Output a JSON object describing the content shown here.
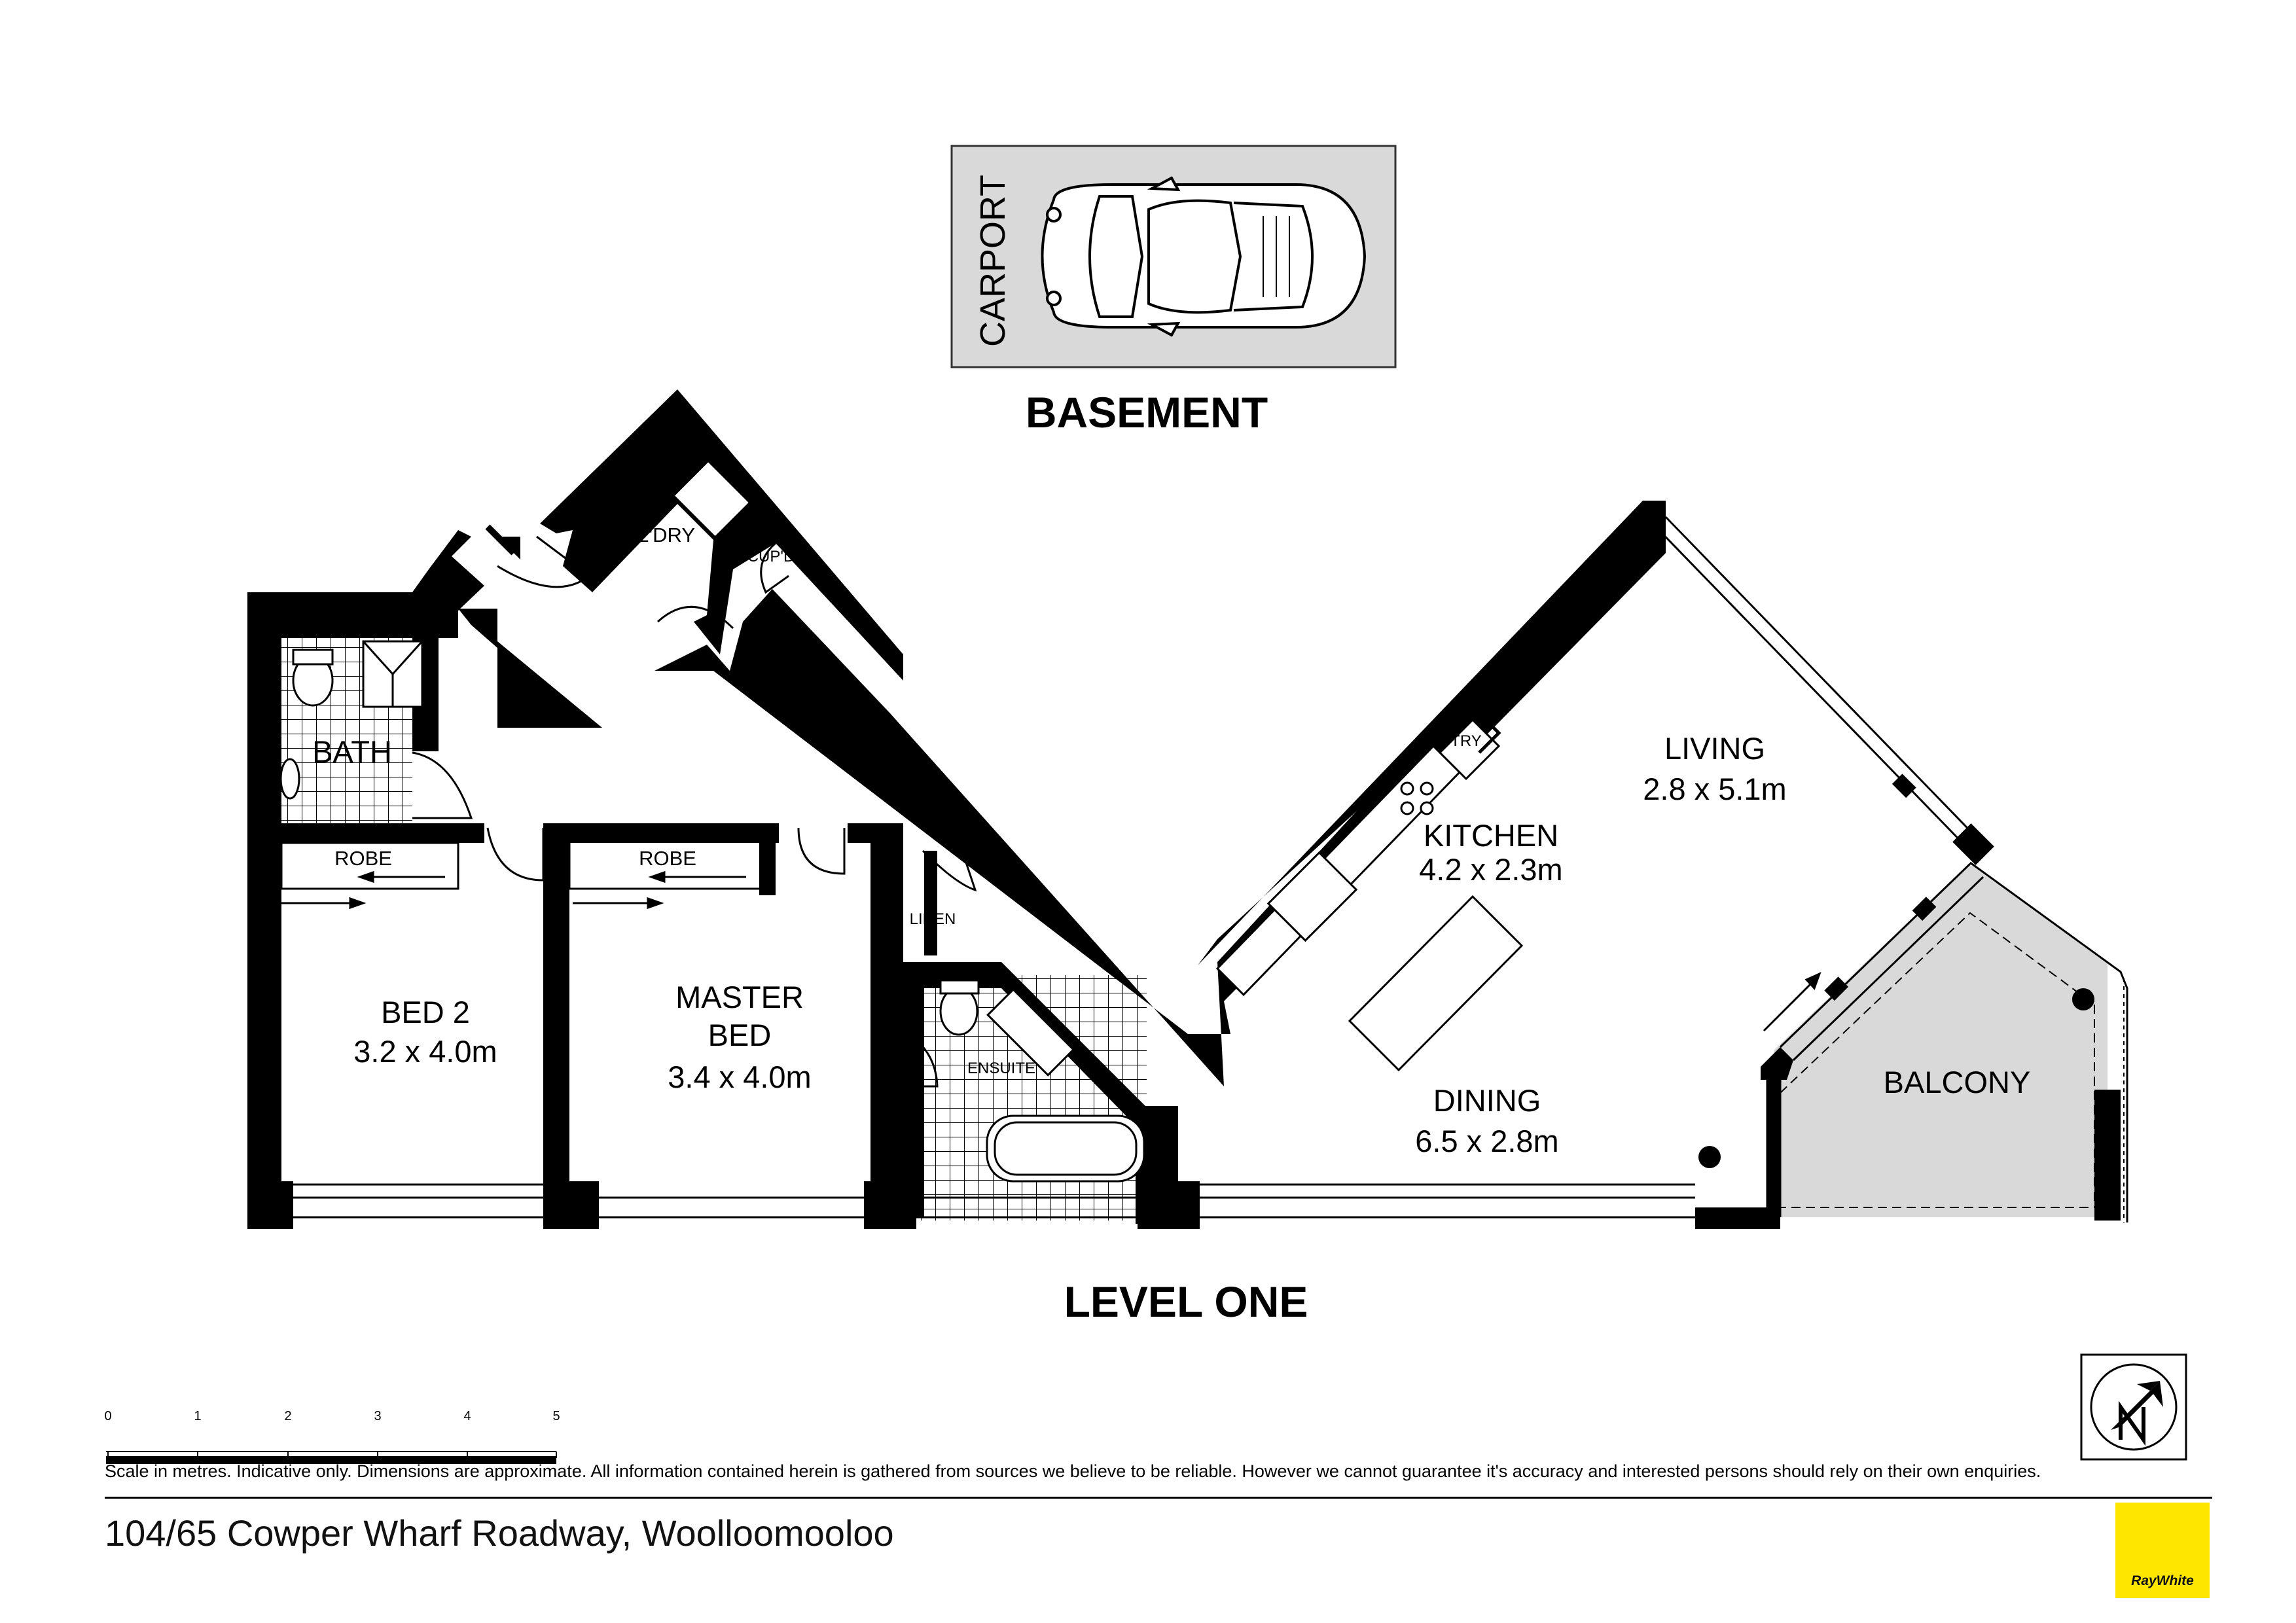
{
  "headings": {
    "basement": "BASEMENT",
    "level": "LEVEL ONE"
  },
  "carport": {
    "label": "CARPORT"
  },
  "rooms": {
    "laundry": "L'DRY",
    "cupboard": "CUP'D",
    "bath": "BATH",
    "robe1": "ROBE",
    "robe2": "ROBE",
    "linen": "LINEN",
    "ensuite": "ENSUITE",
    "pantry": "PTRY",
    "bed2_name": "BED 2",
    "bed2_size": "3.2 x 4.0m",
    "master_name1": "MASTER",
    "master_name2": "BED",
    "master_size": "3.4 x 4.0m",
    "kitchen_name": "KITCHEN",
    "kitchen_size": "4.2 x 2.3m",
    "living_name": "LIVING",
    "living_size": "2.8 x 5.1m",
    "dining_name": "DINING",
    "dining_size": "6.5 x 2.8m",
    "balcony": "BALCONY"
  },
  "scale": {
    "ticks": [
      "0",
      "1",
      "2",
      "3",
      "4",
      "5"
    ]
  },
  "disclaimer": "Scale in metres. Indicative only. Dimensions are approximate. All information contained herein is gathered from sources we believe to be reliable. However we cannot guarantee it's accuracy and interested persons should rely on their own enquiries.",
  "address": "104/65 Cowper Wharf Roadway, Woolloomooloo",
  "brand": {
    "name": "RayWhite",
    "color": "#ffe600"
  },
  "colors": {
    "wall": "#000000",
    "fill": "#d9d9d9"
  }
}
